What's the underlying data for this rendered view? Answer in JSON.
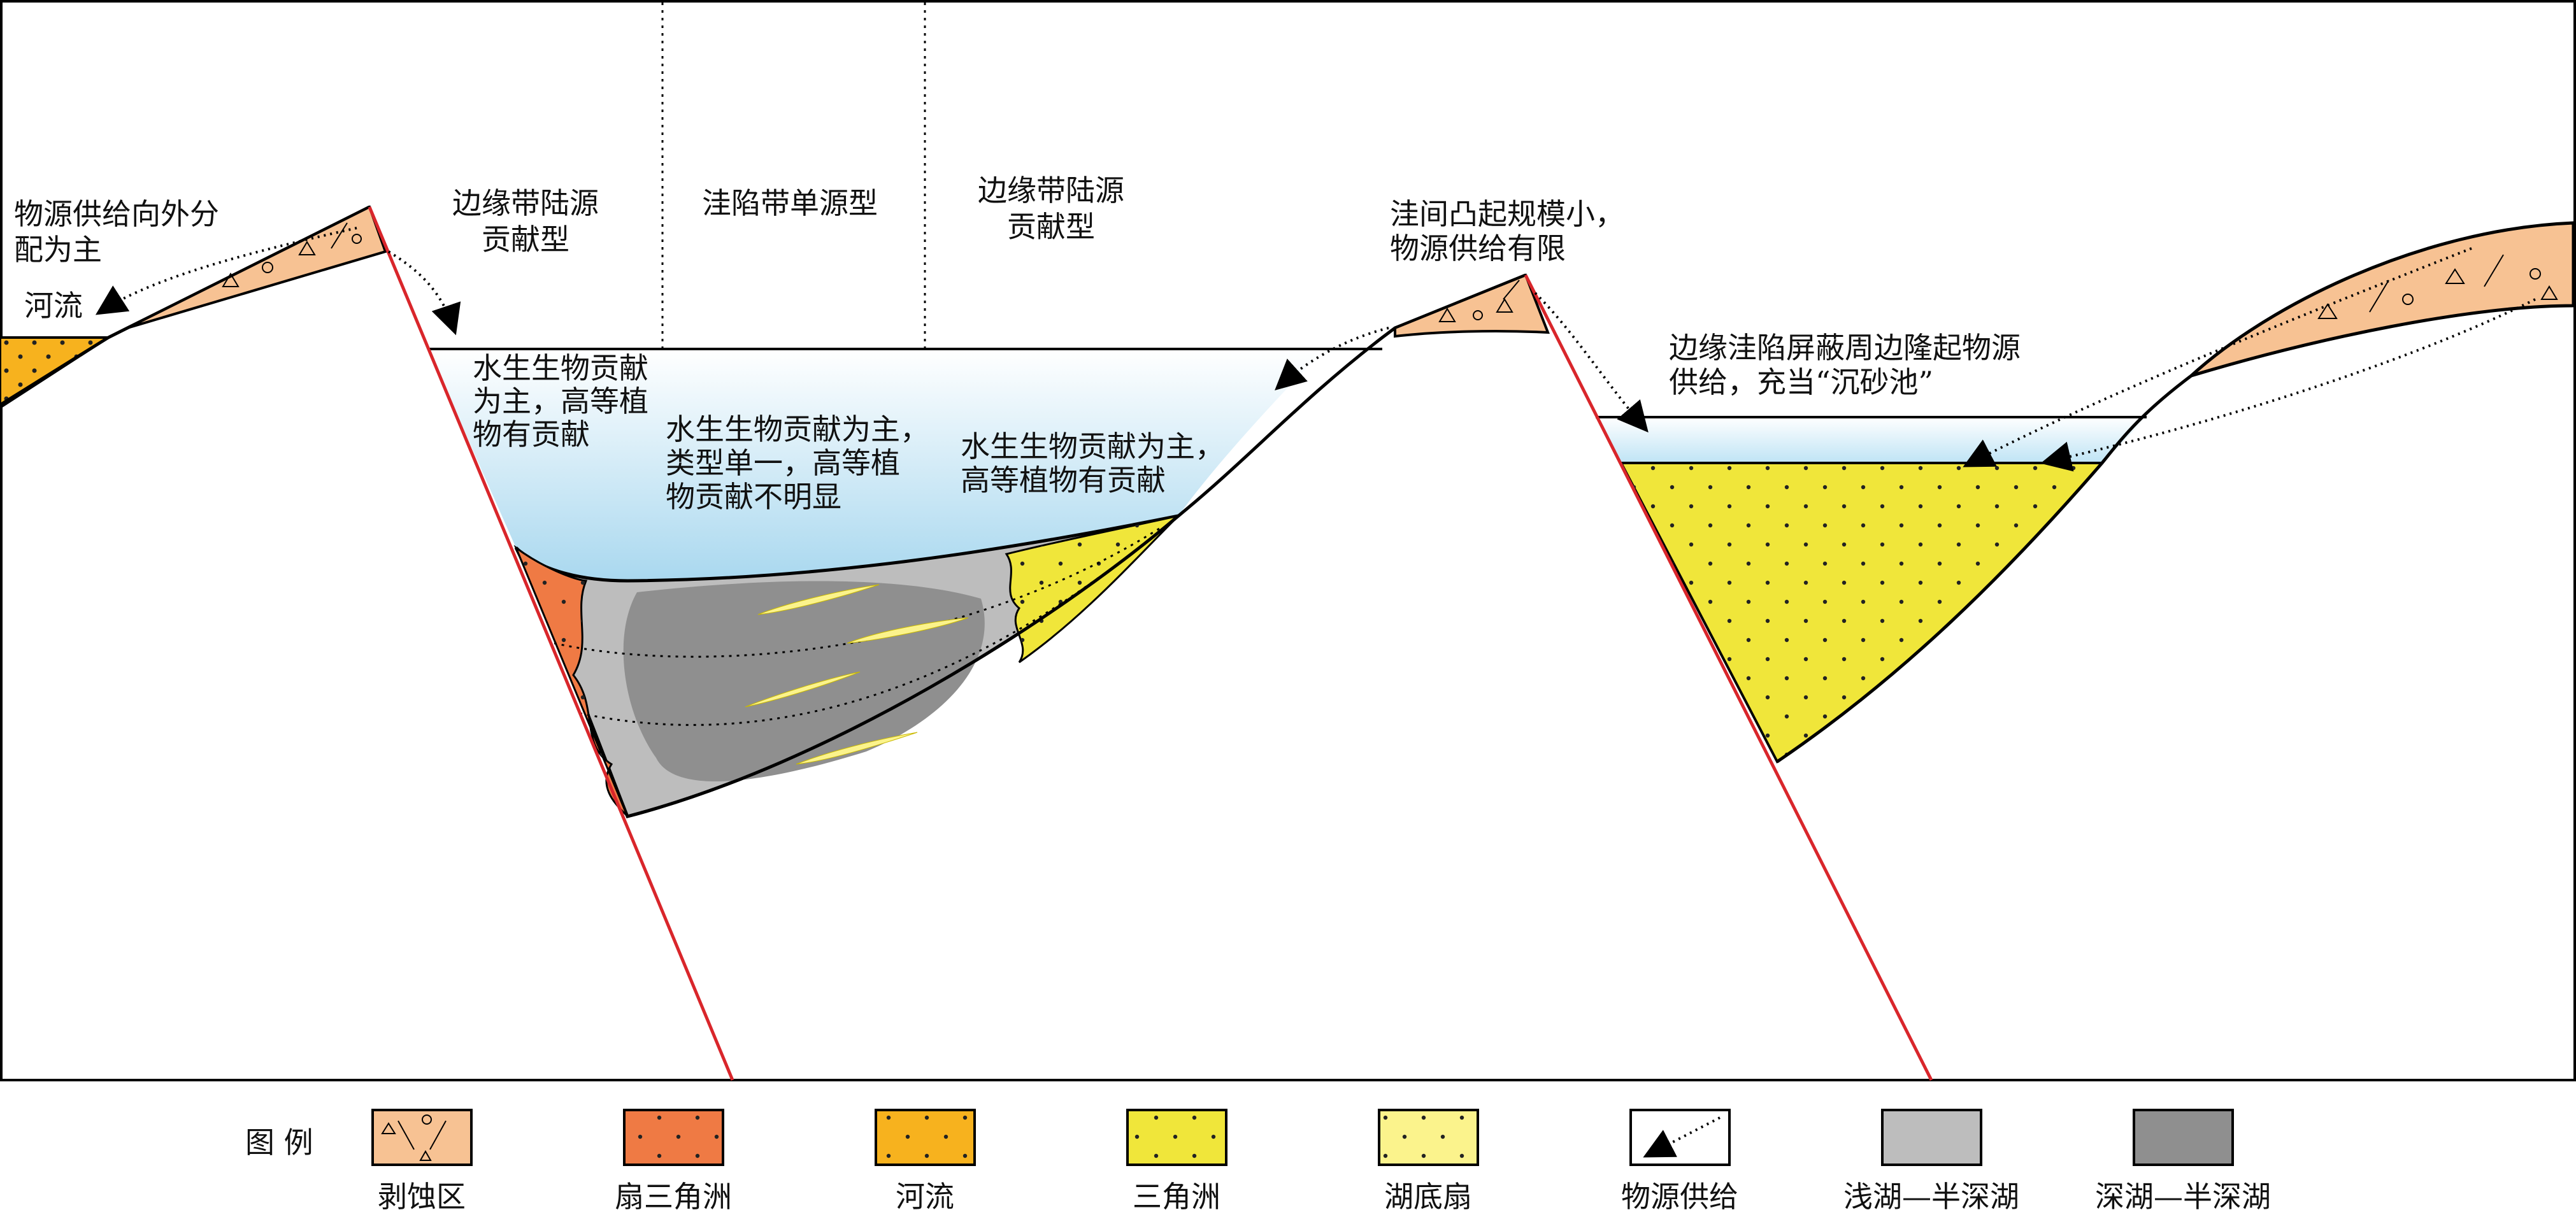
{
  "colors": {
    "erosion": "#f7c293",
    "fan_delta": "#ef7a44",
    "river": "#f7b21e",
    "delta": "#f0e63a",
    "sublacustrine_fan": "#fbf38c",
    "shallow_lake": "#bdbdbd",
    "deep_lake": "#8f8f8f",
    "fault": "#d9262b",
    "water_top": "#ffffff",
    "water_bottom": "#a9d8ef"
  },
  "labels": {
    "left_supply": [
      "物源供给向外分",
      "配为主"
    ],
    "river": "河流",
    "margin_terr_left": [
      "边缘带陆源",
      "贡献型"
    ],
    "depression_single": "洼陷带单源型",
    "margin_terr_right": [
      "边缘带陆源",
      "贡献型"
    ],
    "aquatic_left": [
      "水生生物贡献",
      "为主，高等植",
      "物有贡献"
    ],
    "aquatic_mid": [
      "水生生物贡献为主，",
      "类型单一，高等植",
      "物贡献不明显"
    ],
    "aquatic_right": [
      "水生生物贡献为主，",
      "高等植物有贡献"
    ],
    "uplift_small": [
      "洼间凸起规模小，",
      "物源供给有限"
    ],
    "margin_shield": [
      "边缘洼陷屏蔽周边隆起物源",
      "供给，充当“沉砂池”"
    ]
  },
  "legend": {
    "title": "图  例",
    "items": [
      {
        "key": "erosion",
        "label": "剥蚀区"
      },
      {
        "key": "fan_delta",
        "label": "扇三角洲"
      },
      {
        "key": "river",
        "label": "河流"
      },
      {
        "key": "delta",
        "label": "三角洲"
      },
      {
        "key": "sublacustrine_fan",
        "label": "湖底扇"
      },
      {
        "key": "supply",
        "label": "物源供给"
      },
      {
        "key": "shallow_lake",
        "label": "浅湖—半深湖"
      },
      {
        "key": "deep_lake",
        "label": "深湖—半深湖"
      }
    ]
  }
}
